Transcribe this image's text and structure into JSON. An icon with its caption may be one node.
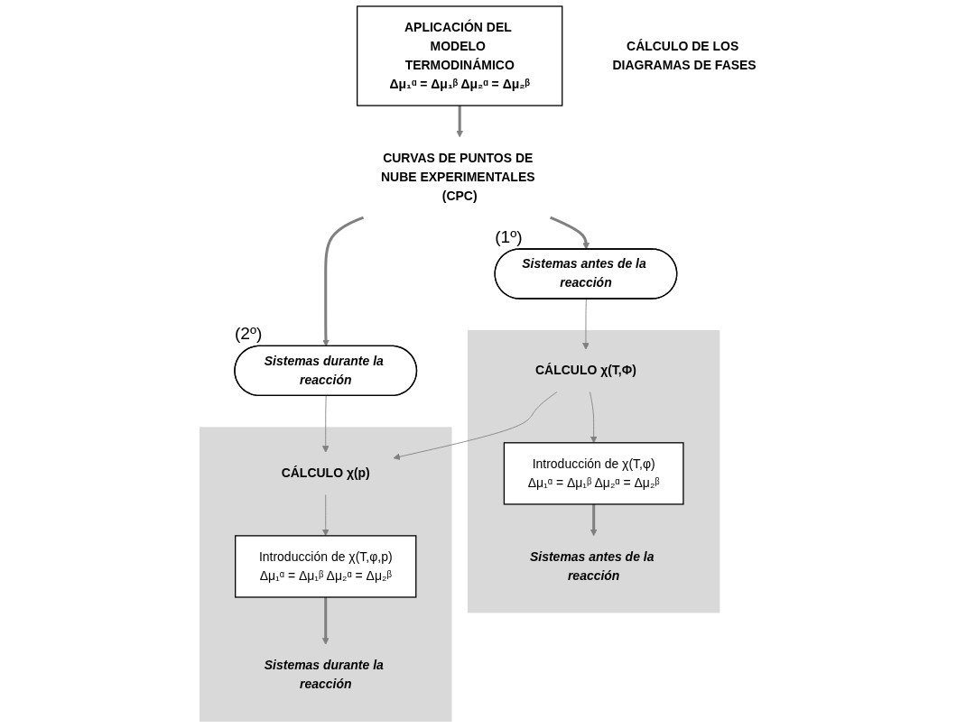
{
  "diagram": {
    "nodes": [
      {
        "text": [
          "APLICACIÓN DEL MODELO TERMODINÁMICO",
          "Δμ₁ᵅ = Δμ₁ᵝ Δμ₂ᵅ = Δμ₂ᵝ"
        ]
      },
      {
        "text": [
          "CURVAS DE PUNTOS DE NUBE EXPERIMENTALES (CPC)"
        ]
      },
      {
        "text": [
          "Sistemas antes de la reacción"
        ],
        "beside": [
          "(1º)"
        ]
      },
      {
        "text": [
          "Sistemas durante la reacción"
        ],
        "beside": [
          "(2º)"
        ]
      },
      {
        "text": [],
        "shape": "box"
      },
      {
        "text": [
          "CÁLCULO χ(T,Φ)"
        ],
        "in": 4
      },
      {
        "text": [
          "Introducción de χ(T,φ)",
          "Δμ₁ᵅ = Δμ₁ᵝ Δμ₂ᵅ = Δμ₂ᵝ"
        ],
        "in": 4
      },
      {
        "text": [
          "Sistemas antes de la reacción"
        ],
        "in": 4
      },
      {
        "text": [],
        "shape": "box"
      },
      {
        "text": [
          "CÁLCULO χ(p)"
        ],
        "in": 8
      },
      {
        "text": [
          "Introducción de χ(T,φ,p)",
          "Δμ₁ᵅ = Δμ₁ᵝ Δμ₂ᵅ = Δμ₂ᵝ"
        ],
        "in": 8
      },
      {
        "text": [
          "Sistemas durante la reacción"
        ],
        "in": 8
      },
      {
        "text": [
          "CÁLCULO DE LOS DIAGRAMAS DE FASES"
        ]
      }
    ],
    "edges": [
      {
        "from": 0,
        "to": 1,
        "arrow": "to",
        "style": "thick"
      },
      {
        "from": 1,
        "to": 2,
        "arrow": "to",
        "style": "thick"
      },
      {
        "from": 1,
        "to": 3,
        "arrow": "to",
        "style": "thick"
      },
      {
        "from": 2,
        "to": 5,
        "arrow": "to"
      },
      {
        "from": 5,
        "to": 6,
        "arrow": "to"
      },
      {
        "from": 5,
        "to": 9,
        "arrow": "to"
      },
      {
        "from": 3,
        "to": 9,
        "arrow": "to"
      },
      {
        "from": 9,
        "to": 10,
        "arrow": "to"
      },
      {
        "from": 6,
        "to": 7,
        "arrow": "to",
        "style": "thick"
      },
      {
        "from": 10,
        "to": 11,
        "arrow": "to",
        "style": "thick"
      }
    ]
  }
}
